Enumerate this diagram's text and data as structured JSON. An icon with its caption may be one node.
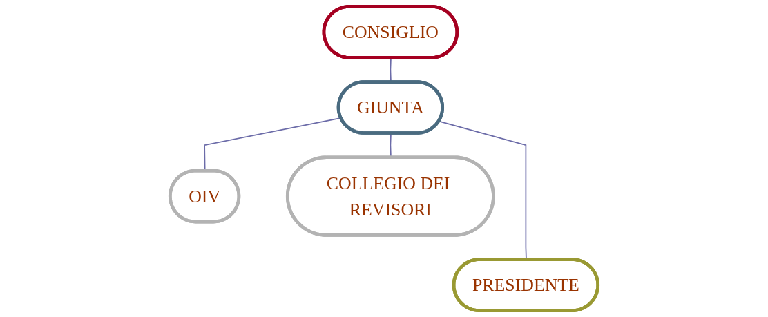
{
  "diagram": {
    "nodes": [
      {
        "text": [
          "CONSIGLIO"
        ]
      },
      {
        "text": [
          "GIUNTA"
        ]
      },
      {
        "text": [
          "OIV"
        ]
      },
      {
        "text": [
          "COLLEGIO DEI REVISORI"
        ]
      },
      {
        "text": [
          "PRESIDENTE"
        ]
      }
    ],
    "edges": [
      {
        "from": 0,
        "to": 1,
        "arrow": "none"
      },
      {
        "from": 1,
        "to": 2,
        "arrow": "none"
      },
      {
        "from": 1,
        "to": 3,
        "arrow": "none"
      },
      {
        "from": 1,
        "to": 4,
        "arrow": "none"
      }
    ]
  }
}
